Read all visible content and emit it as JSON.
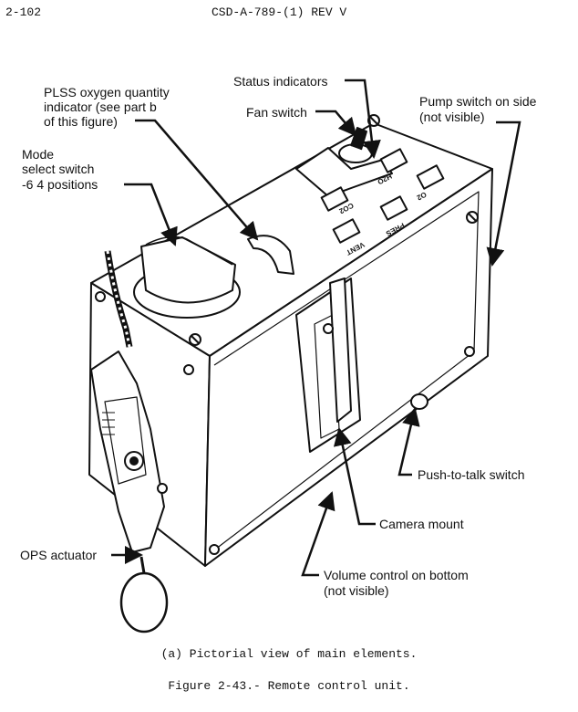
{
  "header": {
    "page_number": "2-102",
    "document_id": "CSD-A-789-(1) REV V"
  },
  "labels": {
    "plss_line1": "PLSS oxygen quantity",
    "plss_line2": "indicator (see part b",
    "plss_line3": "of this figure)",
    "mode_line1": "Mode",
    "mode_line2": "select switch",
    "mode_line3": "-6  4 positions",
    "status": "Status indicators",
    "fan": "Fan switch",
    "pump_line1": "Pump switch on side",
    "pump_line2": "(not visible)",
    "ptt": "Push-to-talk switch",
    "camera": "Camera mount",
    "ops": "OPS actuator",
    "volume_line1": "Volume control on bottom",
    "volume_line2": "(not visible)"
  },
  "panel_marks": {
    "h2o": "H2O",
    "o2": "O2",
    "co2": "CO2",
    "pres": "PRES",
    "vent": "VENT"
  },
  "caption": "(a)  Pictorial view of main elements.",
  "figure_title": "Figure 2-43.- Remote control unit."
}
